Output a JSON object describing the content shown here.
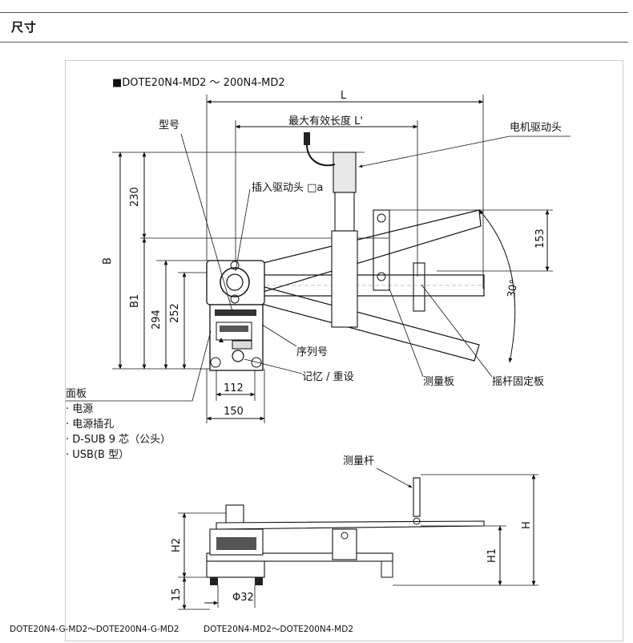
{
  "section": {
    "title": "尺寸"
  },
  "series_title": "■DOTE20N4-MD2 ～ 200N4-MD2",
  "dims": {
    "L": "L",
    "max_len": "最大有效长度 L'",
    "d230": "230",
    "B": "B",
    "B1": "B1",
    "d294": "294",
    "d252": "252",
    "d153": "153",
    "angle": "30°",
    "d112": "112",
    "d150": "150",
    "H": "H",
    "H1": "H1",
    "H2": "H2",
    "d15": "15",
    "phi32": "Φ32"
  },
  "labels": {
    "model": "型号",
    "insert_drive": "插入驱动头 □a",
    "motor_head": "电机驱动头",
    "serial": "序列号",
    "memory_reset": "记忆 / 重设",
    "measure_plate": "测量板",
    "rocker_plate": "摇杆固定板",
    "measure_rod": "测量杆"
  },
  "panel": {
    "title": "面板",
    "items": [
      "· 电源",
      "· 电源插孔",
      "· D-SUB 9 芯（公头）",
      "· USB(B 型）"
    ]
  },
  "captions": {
    "left": "DOTE20N4-G-MD2～DOTE200N4-G-MD2",
    "right": "DOTE20N4-MD2～DOTE200N4-MD2"
  }
}
